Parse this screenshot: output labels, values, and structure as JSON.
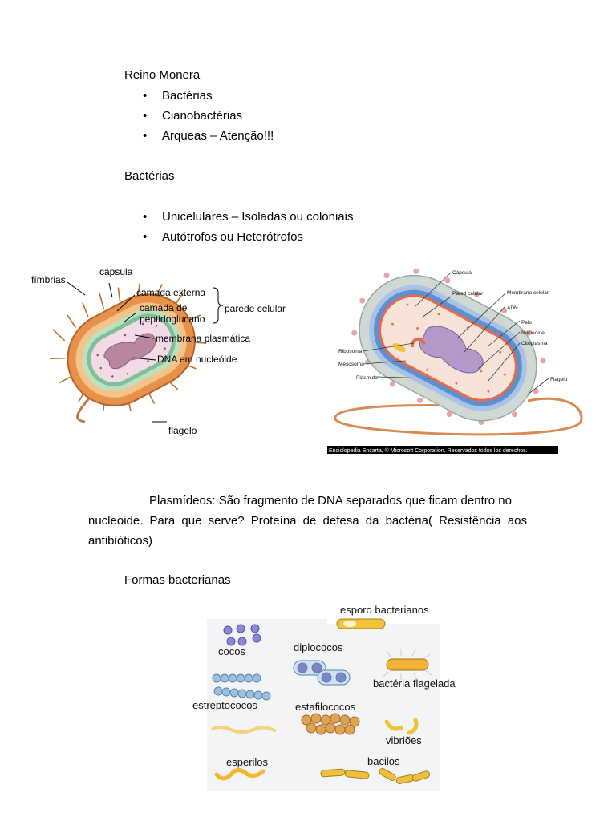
{
  "heading_reino": "Reino Monera",
  "list1": [
    "Bactérias",
    "Cianobactérias",
    "Arqueas – Atenção!!!"
  ],
  "heading_bacterias": "Bactérias",
  "list2": [
    "Unicelulares – Isoladas ou coloniais",
    "Autótrofos ou Heterótrofos"
  ],
  "bullet_glyph": "•",
  "figure1": {
    "labels": {
      "fimbrias": "fímbrias",
      "capsula": "cápsula",
      "camada_externa": "camada externa",
      "camada_de": "camada de",
      "peptidoglucano": "peptidoglucano",
      "parede_celular": "parede celular",
      "membrana_plasmatica": "membrana plasmática",
      "dna_nucleoide": "DNA em nucleóide",
      "flagelo": "flagelo"
    }
  },
  "figure2": {
    "labels": {
      "capsula": "Cápsula",
      "pared_celular": "Pared celular",
      "membrana_celular": "Membrana celular",
      "adn": "ADN",
      "pelo": "Pelo",
      "nucleoide": "Nucleoide",
      "citoplasma": "Citoplasma",
      "ribosoma": "Ribosoma",
      "mesosoma": "Mesosoma",
      "plasmido": "Plásmido",
      "flagelo": "Flagelo"
    },
    "credit": "Enciclopedia Encarta, © Microsoft Corporation. Reservados todos los derechos."
  },
  "paragraph": {
    "line1": "Plasmídeos: São fragmento de DNA separados que ficam dentro no",
    "line2": "nucleoide. Para que serve? Proteína de defesa da bactéria( Resistência aos",
    "line3": "antibióticos)"
  },
  "heading_formas": "Formas bacterianas",
  "figure3": {
    "labels": {
      "esporo": "esporo bacterianos",
      "cocos": "cocos",
      "diplococos": "diplococos",
      "flagelada": "bactéria flagelada",
      "estreptococos": "estreptococos",
      "estafilococos": "estafilococos",
      "vibrioes": "vibriões",
      "esperilos": "esperilos",
      "bacilos": "bacilos"
    }
  }
}
